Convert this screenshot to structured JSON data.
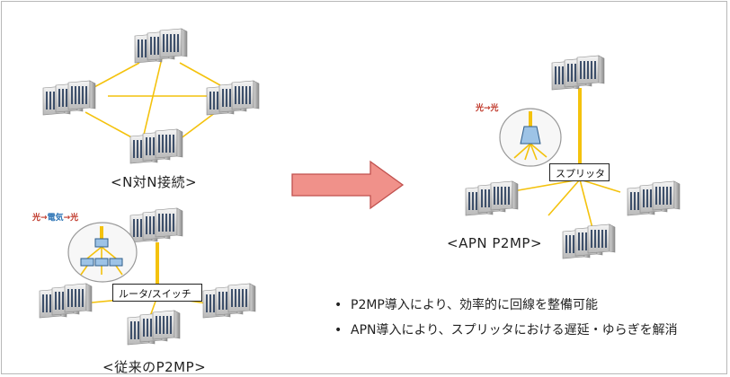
{
  "captions": {
    "n_to_n": "<N対N接続>",
    "legacy_p2mp": "<従来のP2MP>",
    "apn_p2mp": "<APN P2MP>"
  },
  "labels": {
    "router_switch": "ルータ/スイッチ",
    "splitter": "スプリッタ",
    "oeo_light": "光",
    "oeo_elec": "電気",
    "arrow_glyph": "→",
    "oo_light": "光→光"
  },
  "bullets": [
    "P2MP導入により、効率的に回線を整備可能",
    "APN導入により、スプリッタにおける遅延・ゆらぎを解消"
  ],
  "colors": {
    "link": "#f4c20d",
    "arrow_fill": "#f0918a",
    "arrow_stroke": "#c0504d",
    "device_fill": "#9dc3e6",
    "device_stroke": "#2e5c8a",
    "red_text": "#c0392b",
    "blue_text": "#2e75b6"
  },
  "icons": [
    "server-rack-icon",
    "router-icon",
    "splitter-icon",
    "right-arrow-icon"
  ]
}
